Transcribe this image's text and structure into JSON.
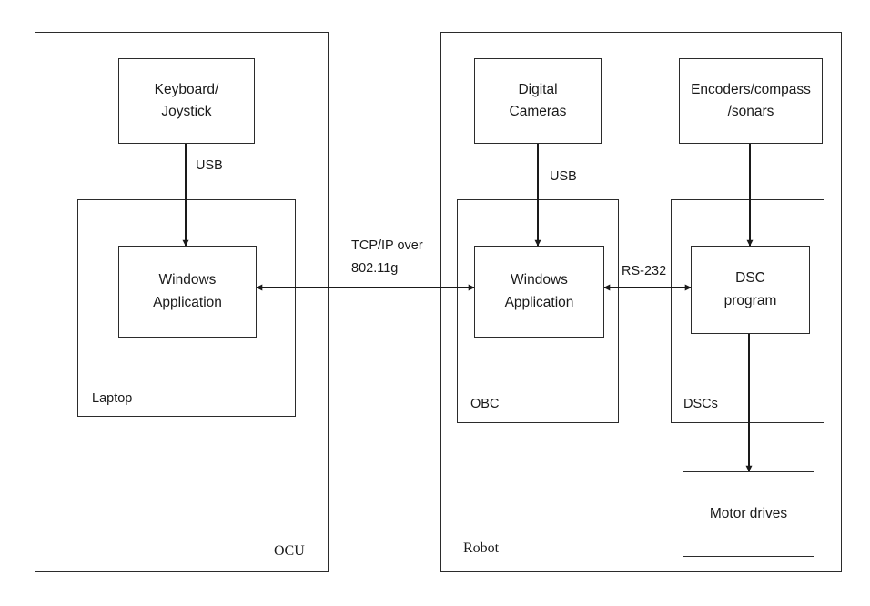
{
  "ocu": {
    "label": "OCU",
    "keyboard": "Keyboard/\nJoystick",
    "usb_label": "USB",
    "laptop": {
      "label": "Laptop",
      "app": "Windows\nApplication"
    }
  },
  "link": {
    "label": "TCP/IP over\n802.11g"
  },
  "robot": {
    "label": "Robot",
    "cameras": "Digital\nCameras",
    "cam_usb_label": "USB",
    "sensors": "Encoders/compass\n/sonars",
    "obc": {
      "label": "OBC",
      "app": "Windows\nApplication"
    },
    "serial_label": "RS-232",
    "dscs": {
      "label": "DSCs",
      "program": "DSC\nprogram"
    },
    "motor": "Motor drives"
  }
}
